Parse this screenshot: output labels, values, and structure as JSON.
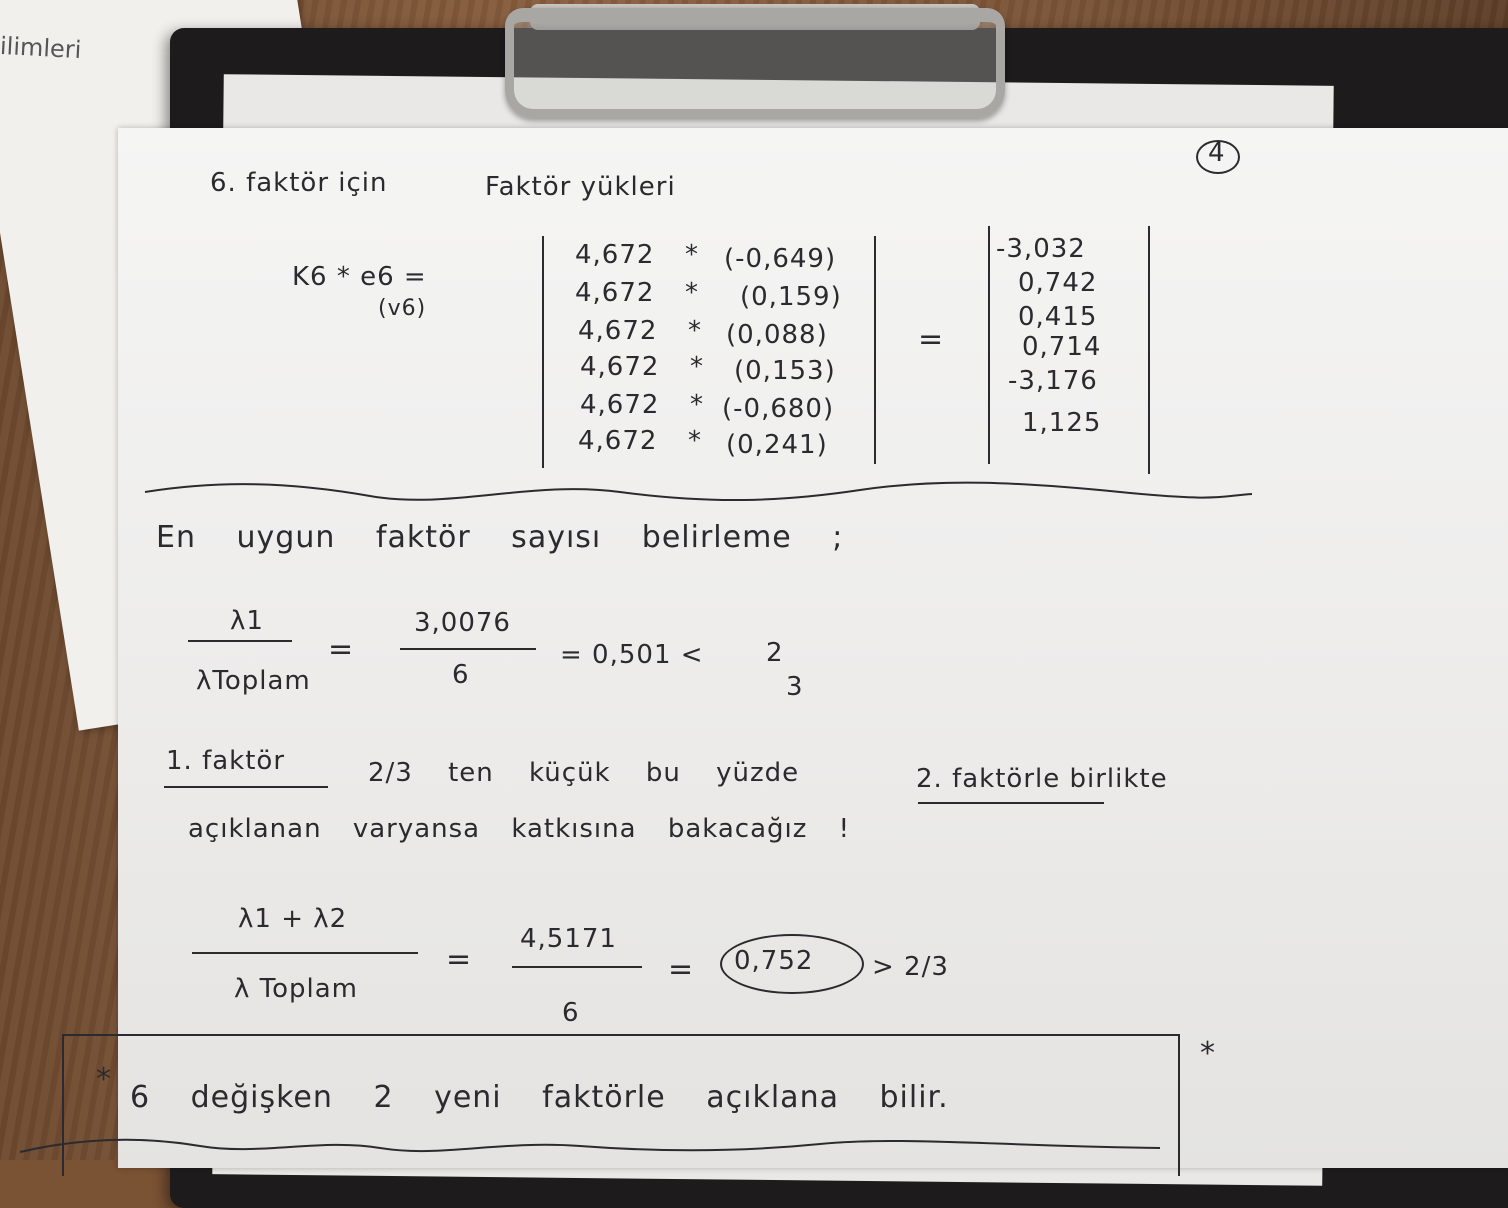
{
  "background_paper": {
    "label": "ilimleri"
  },
  "page": {
    "number": "4"
  },
  "section1": {
    "heading_a": "6. faktör için",
    "heading_b": "Faktör yükleri",
    "lhs": "K6 * e6 =",
    "lhs_sub": "(v6)",
    "rows": [
      {
        "multiplier": "4,672",
        "op": "*",
        "value": "(-0,649)"
      },
      {
        "multiplier": "4,672",
        "op": "*",
        "value": "(0,159)"
      },
      {
        "multiplier": "4,672",
        "op": "*",
        "value": "(0,088)"
      },
      {
        "multiplier": "4,672",
        "op": "*",
        "value": "(0,153)"
      },
      {
        "multiplier": "4,672",
        "op": "*",
        "value": "(-0,680)"
      },
      {
        "multiplier": "4,672",
        "op": "*",
        "value": "(0,241)"
      }
    ],
    "equals": "=",
    "results": [
      "-3,032",
      "0,742",
      "0,415",
      "0,714",
      "-3,176",
      "1,125"
    ]
  },
  "section2": {
    "title": "En uygun faktör sayısı belirleme ;",
    "eq1": {
      "num": "λ1",
      "den": "λToplam",
      "eq": "=",
      "frac_num": "3,0076",
      "frac_den": "6",
      "result": "= 0,501 <",
      "cmp_num": "2",
      "cmp_den": "3"
    },
    "text_line1_a": "1. faktör",
    "text_line1_b": "2/3 ten küçük bu yüzde",
    "text_line1_c": "2. faktörle birlikte",
    "text_line2": "açıklanan varyansa katkısına bakacağız !",
    "eq2": {
      "num": "λ1 + λ2",
      "den": "λ Toplam",
      "eq": "=",
      "frac_num": "4,5171",
      "frac_den": "6",
      "eq2": "=",
      "result": "0,752",
      "cmp": "> 2/3"
    },
    "conclusion_star": "*",
    "conclusion": "6 değişken 2 yeni faktörle açıklana bilir.",
    "side_star": "*"
  }
}
